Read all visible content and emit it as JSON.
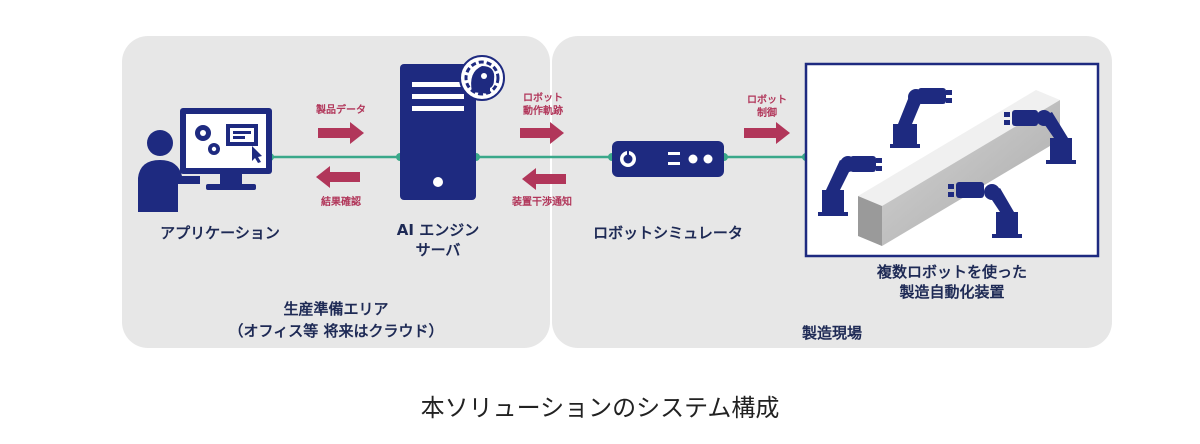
{
  "areas": {
    "prep_label_line1": "生産準備エリア",
    "prep_label_line2": "（オフィス等 将来はクラウド）",
    "site_label": "製造現場"
  },
  "nodes": {
    "application": "アプリケーション",
    "ai_engine_line1": "AI エンジン",
    "ai_engine_line2": "サーバ",
    "robot_simulator": "ロボットシミュレータ",
    "equipment_line1": "複数ロボットを使った",
    "equipment_line2": "製造自動化装置"
  },
  "arrows": {
    "product_data": "製品データ",
    "result_check": "結果確認",
    "robot_motion_line1": "ロボット",
    "robot_motion_line2": "動作軌跡",
    "interference_notice": "装置干渉通知",
    "robot_control_line1": "ロボット",
    "robot_control_line2": "制御"
  },
  "caption": "本ソリューションのシステム構成",
  "colors": {
    "navy": "#1e2a80",
    "arrow": "#b1365a",
    "link": "#3aa88a",
    "panel": "#e7e7e7"
  }
}
